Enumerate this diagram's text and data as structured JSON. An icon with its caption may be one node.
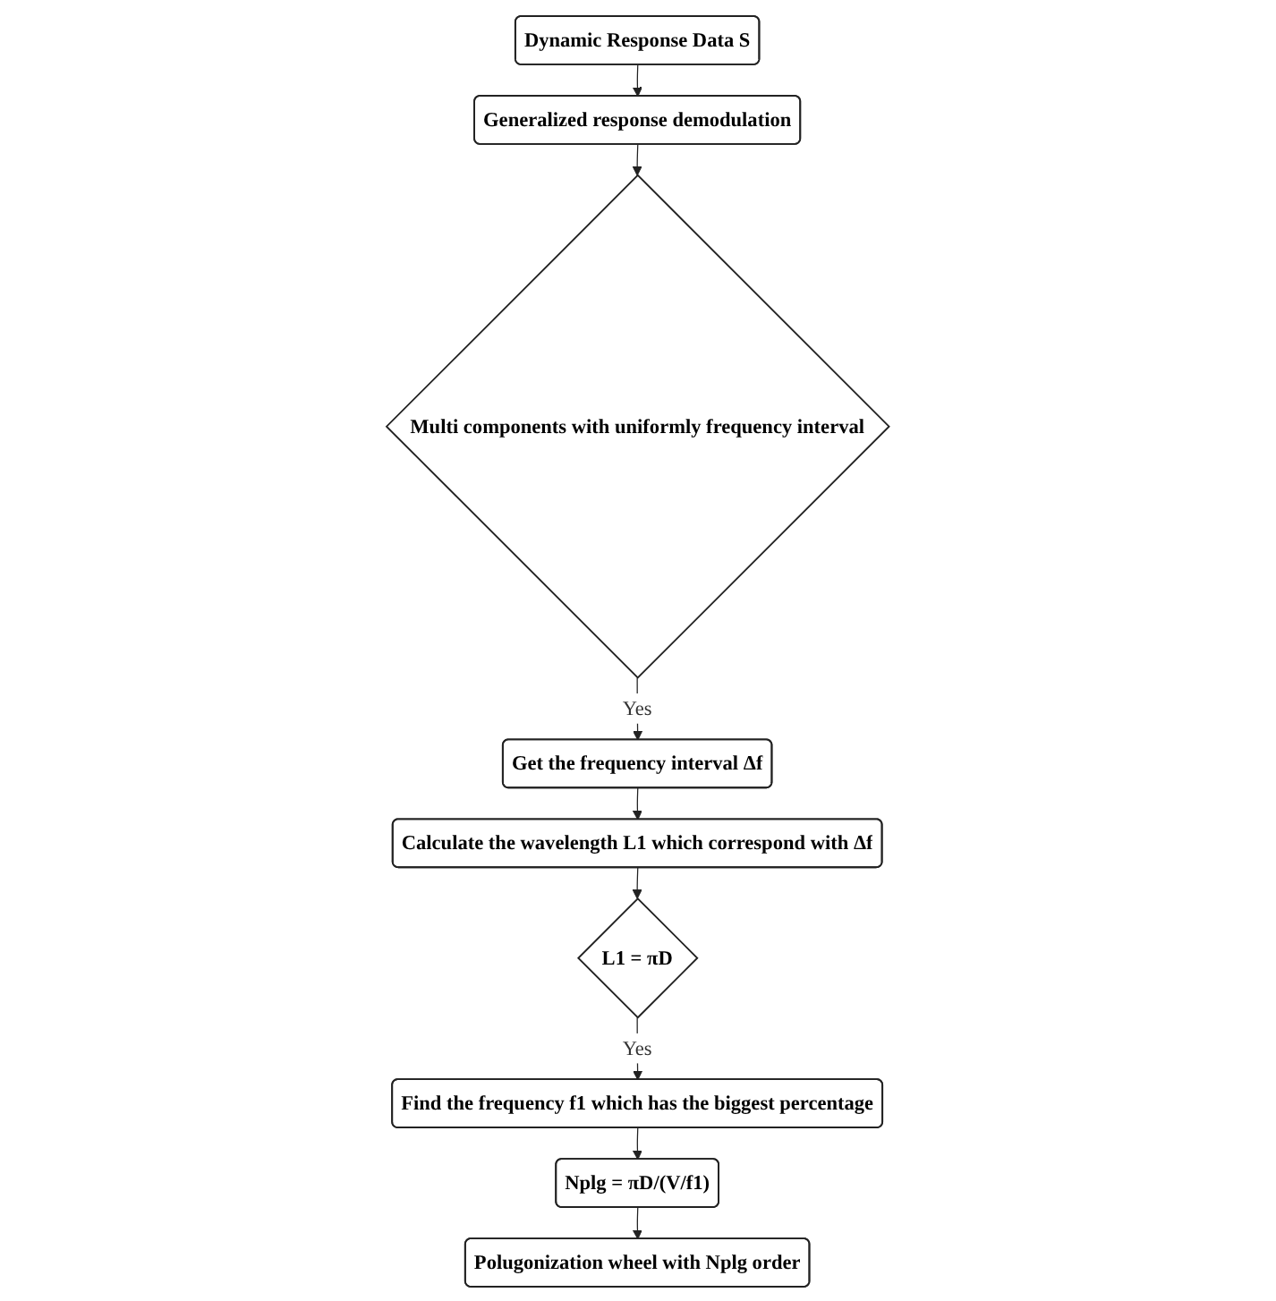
{
  "diagram": {
    "nodes": [
      {
        "text": [
          "Dynamic Response Data S"
        ]
      },
      {
        "text": [
          "Generalized response demodulation"
        ]
      },
      {
        "text": [
          "Multi components with uniformly frequency interval"
        ]
      },
      {
        "text": [
          "Get the frequency interval Δf"
        ]
      },
      {
        "text": [
          "Calculate the wavelength L1 which correspond with Δf"
        ]
      },
      {
        "text": [
          "L1 = πD"
        ]
      },
      {
        "text": [
          "Find the frequency f1 which has the biggest percentage"
        ]
      },
      {
        "text": [
          "Nplg = πD/(V/f1)"
        ]
      },
      {
        "text": [
          "Polugonization wheel with Nplg order"
        ]
      }
    ],
    "edges": [
      {
        "from": 0,
        "to": 1,
        "arrow": "to"
      },
      {
        "from": 1,
        "to": 2,
        "arrow": "to"
      },
      {
        "from": 2,
        "to": 3,
        "arrow": "to",
        "label": "Yes"
      },
      {
        "from": 3,
        "to": 4,
        "arrow": "to"
      },
      {
        "from": 4,
        "to": 5,
        "arrow": "to"
      },
      {
        "from": 5,
        "to": 6,
        "arrow": "to",
        "label": "Yes"
      },
      {
        "from": 6,
        "to": 7,
        "arrow": "to"
      },
      {
        "from": 7,
        "to": 8,
        "arrow": "to"
      }
    ]
  }
}
